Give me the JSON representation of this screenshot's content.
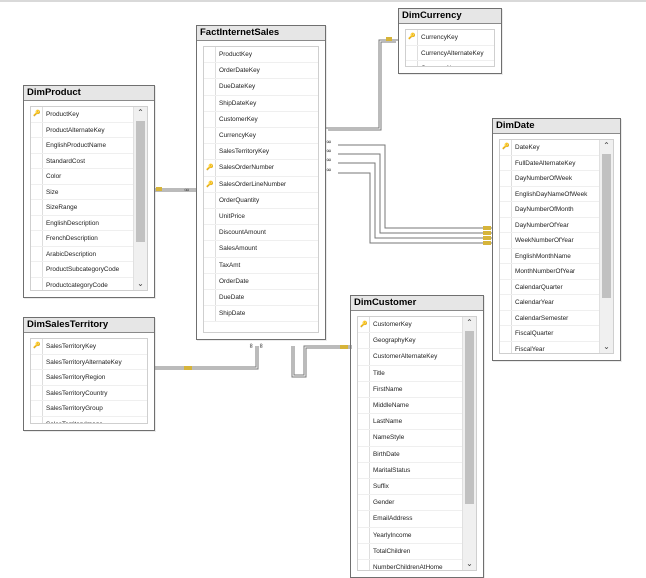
{
  "tables": [
    {
      "name": "FactInternetSales",
      "rows": [
        "ProductKey",
        "OrderDateKey",
        "DueDateKey",
        "ShipDateKey",
        "CustomerKey",
        "CurrencyKey",
        "SalesTerritoryKey",
        "SalesOrderNumber",
        "SalesOrderLineNumber",
        "OrderQuantity",
        "UnitPrice",
        "DiscountAmount",
        "SalesAmount",
        "TaxAmt",
        "OrderDate",
        "DueDate",
        "ShipDate"
      ],
      "keys": [
        7,
        8
      ],
      "scroll": false
    },
    {
      "name": "DimCurrency",
      "rows": [
        "CurrencyKey",
        "CurrencyAlternateKey",
        "CurrencyName"
      ],
      "keys": [
        0
      ],
      "scroll": false
    },
    {
      "name": "DimProduct",
      "rows": [
        "ProductKey",
        "ProductAlternateKey",
        "EnglishProductName",
        "StandardCost",
        "Color",
        "Size",
        "SizeRange",
        "EnglishDescription",
        "FrenchDescription",
        "ArabicDescription",
        "ProductSubcategoryCode",
        "ProductcategoryCode"
      ],
      "keys": [
        0
      ],
      "scroll": true
    },
    {
      "name": "DimDate",
      "rows": [
        "DateKey",
        "FullDateAlternateKey",
        "DayNumberOfWeek",
        "EnglishDayNameOfWeek",
        "DayNumberOfMonth",
        "DayNumberOfYear",
        "WeekNumberOfYear",
        "EnglishMonthName",
        "MonthNumberOfYear",
        "CalendarQuarter",
        "CalendarYear",
        "CalendarSemester",
        "FiscalQuarter",
        "FiscalYear"
      ],
      "keys": [
        0
      ],
      "scroll": true
    },
    {
      "name": "DimSalesTerritory",
      "rows": [
        "SalesTerritoryKey",
        "SalesTerritoryAlternateKey",
        "SalesTerritoryRegion",
        "SalesTerritoryCountry",
        "SalesTerritoryGroup",
        "SalesTerritoryImage"
      ],
      "keys": [
        0
      ],
      "scroll": false
    },
    {
      "name": "DimCustomer",
      "rows": [
        "CustomerKey",
        "GeographyKey",
        "CustomerAlternateKey",
        "Title",
        "FirstName",
        "MiddleName",
        "LastName",
        "NameStyle",
        "BirthDate",
        "MaritalStatus",
        "Suffix",
        "Gender",
        "EmailAddress",
        "YearlyIncome",
        "TotalChildren",
        "NumberChildrenAtHome"
      ],
      "keys": [
        0
      ],
      "scroll": true
    }
  ],
  "colors": {
    "key": "#c9a41e",
    "line": "#777777",
    "header": "#e6e6e6"
  },
  "icons": {
    "key": "key-icon",
    "scroll_up": "chevron-up-icon",
    "scroll_down": "chevron-down-icon",
    "one_end": "relationship-key-end-icon",
    "many_end": "relationship-infinity-end-icon"
  }
}
